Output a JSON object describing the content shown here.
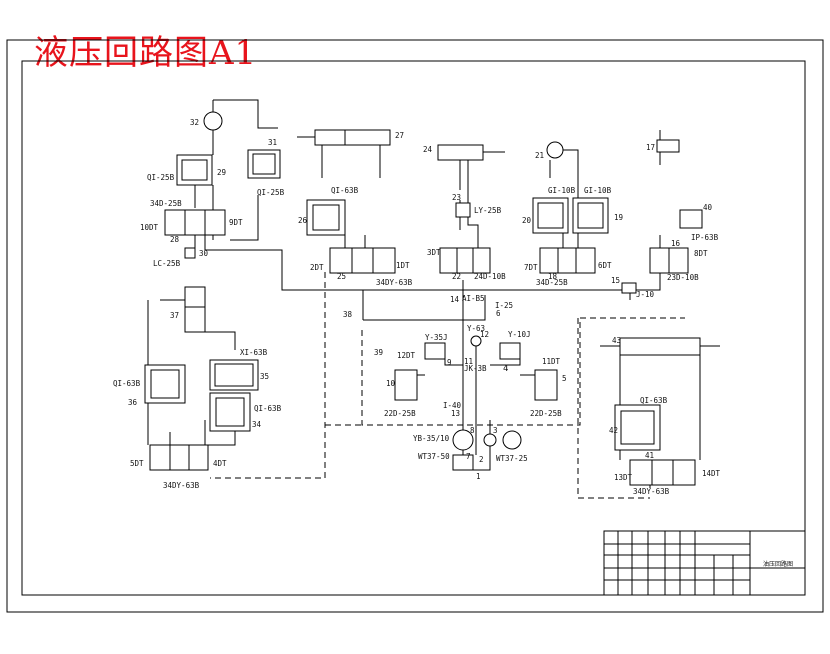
{
  "title": "液压回路图A1",
  "labels": {
    "n1": "1",
    "n2": "2",
    "n3": "3",
    "n4": "4",
    "n5": "5",
    "n6": "6",
    "n7": "7",
    "n8": "8",
    "n9": "9",
    "n10": "10",
    "n11": "11",
    "n12": "12",
    "n13": "13",
    "n14": "14",
    "n15": "15",
    "n16": "16",
    "n17": "17",
    "n18": "18",
    "n19": "19",
    "n20": "20",
    "n21": "21",
    "n22": "22",
    "n23": "23",
    "n24": "24",
    "n25": "25",
    "n26": "26",
    "n27": "27",
    "n28": "28",
    "n29": "29",
    "n30": "30",
    "n31": "31",
    "n32": "32",
    "n34": "34",
    "n35": "35",
    "n36": "36",
    "n37": "37",
    "n38": "38",
    "n39": "39",
    "n40": "40",
    "n41": "41",
    "n42": "42",
    "n43": "43",
    "qi25b_l": "QI-25B",
    "qi25b_r": "QI-25B",
    "d34_25b_top": "34D-25B",
    "t10dt": "10DT",
    "t9dt": "9DT",
    "lc25b": "LC-25B",
    "xi63b": "XI-63B",
    "qi63b_36": "QI-63B",
    "qi63b_34": "QI-63B",
    "t5dt": "5DT",
    "t4dt": "4DT",
    "dy63b_bl": "34DY-63B",
    "qi63b_26": "QI-63B",
    "t2dt": "2DT",
    "t1dt": "1DT",
    "dy63b_tc": "34DY-63B",
    "ly25b": "LY-25B",
    "t3dt": "3DT",
    "d34_10b": "24D-10B",
    "gi10b_20": "GI-10B",
    "gi10b_19": "GI-10B",
    "t7dt": "7DT",
    "t6dt": "6DT",
    "d34_25b_mid": "34D-25B",
    "ip63b": "IP-63B",
    "t8dt": "8DT",
    "d23_10b": "23D-10B",
    "j10": "J-10",
    "ai_b5": "AI-B5",
    "i25": "I-25",
    "y63": "Y-63",
    "y35j": "Y-35J",
    "y10j": "Y-10J",
    "t12dt": "12DT",
    "t11dt": "11DT",
    "jk3b": "JK-3B",
    "d22_25b_l": "22D-25B",
    "d22_25b_r": "22D-25B",
    "i40": "I-40",
    "yb35_10": "YB-35/10",
    "wt37_50": "WT37-50",
    "wt37_25": "WT37-25",
    "qi63b_42": "QI-63B",
    "t13dt": "13DT",
    "t14dt": "14DT",
    "dy63b_br": "34DY-63B"
  },
  "title_block": {
    "name_cell": "油压回路图"
  }
}
